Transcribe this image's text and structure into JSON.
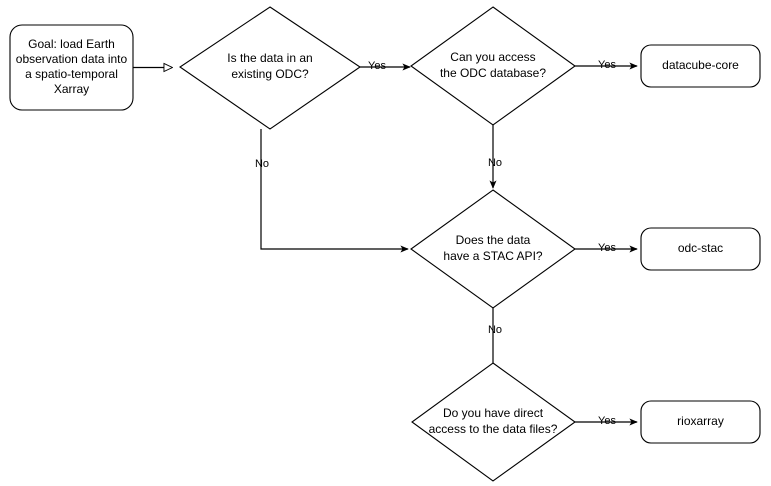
{
  "diagram": {
    "title": "Earth observation data loading decision flowchart",
    "background_color": "#ffffff",
    "stroke_color": "#000000",
    "text_color": "#000000",
    "nodes": {
      "goal": {
        "shape": "rounded-rectangle",
        "lines": [
          "Goal: load Earth",
          "observation data into",
          "a spatio-temporal",
          "Xarray"
        ]
      },
      "decision_odc": {
        "shape": "diamond",
        "lines": [
          "Is the data in an",
          "existing ODC?"
        ]
      },
      "decision_db": {
        "shape": "diamond",
        "lines": [
          "Can you access",
          "the ODC database?"
        ]
      },
      "decision_stac": {
        "shape": "diamond",
        "lines": [
          "Does the data",
          "have a STAC API?"
        ]
      },
      "decision_files": {
        "shape": "diamond",
        "lines": [
          "Do you have direct",
          "access to the data files?"
        ]
      },
      "result_datacube_core": {
        "shape": "rounded-rectangle",
        "lines": [
          "datacube-core"
        ]
      },
      "result_odc_stac": {
        "shape": "rounded-rectangle",
        "lines": [
          "odc-stac"
        ]
      },
      "result_rioxarray": {
        "shape": "rounded-rectangle",
        "lines": [
          "rioxarray"
        ]
      }
    },
    "edge_labels": {
      "odc_yes": "Yes",
      "odc_no": "No",
      "db_yes": "Yes",
      "db_no": "No",
      "stac_yes": "Yes",
      "stac_no": "No",
      "files_yes": "Yes"
    }
  }
}
